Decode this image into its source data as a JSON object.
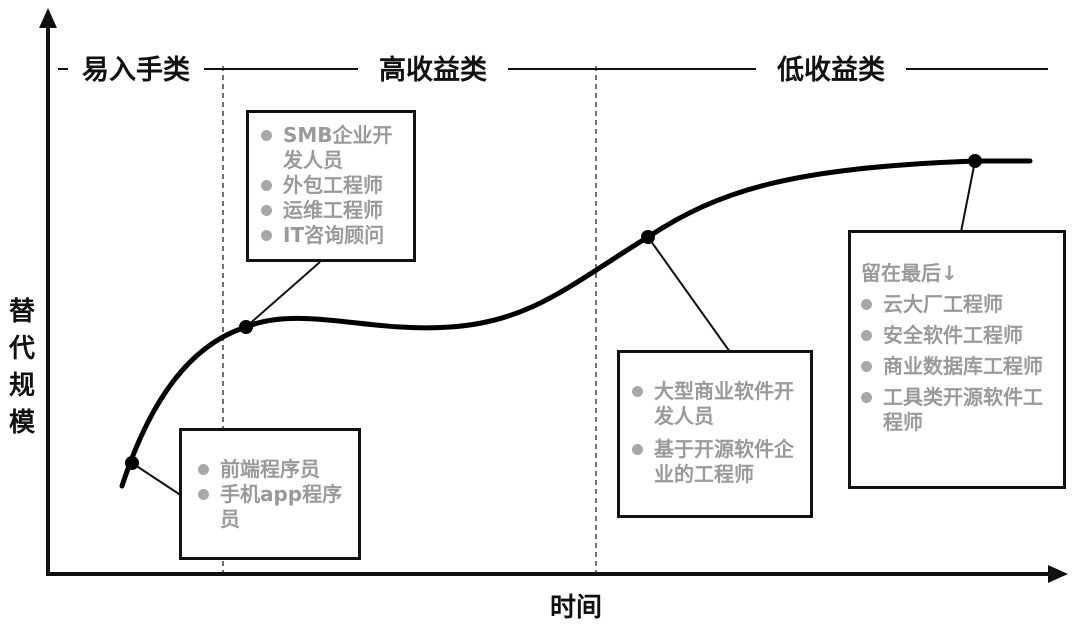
{
  "zones": {
    "easy": "易入手类",
    "high": "高收益类",
    "low": "低收益类"
  },
  "axes": {
    "y_label": [
      "替",
      "代",
      "规",
      "模"
    ],
    "x_label": "时间"
  },
  "boxes": {
    "entry": {
      "items": [
        "前端程序员",
        "手机app程序员"
      ]
    },
    "smb": {
      "items": [
        "SMB企业开发人员",
        "外包工程师",
        "运维工程师",
        "IT咨询顾问"
      ]
    },
    "big": {
      "items": [
        "大型商业软件开发人员",
        "基于开源软件企业的工程师"
      ]
    },
    "last": {
      "note": "留在最后↓",
      "items": [
        "云大厂工程师",
        "安全软件工程师",
        "商业数据库工程师",
        "工具类开源软件工程师"
      ]
    }
  }
}
